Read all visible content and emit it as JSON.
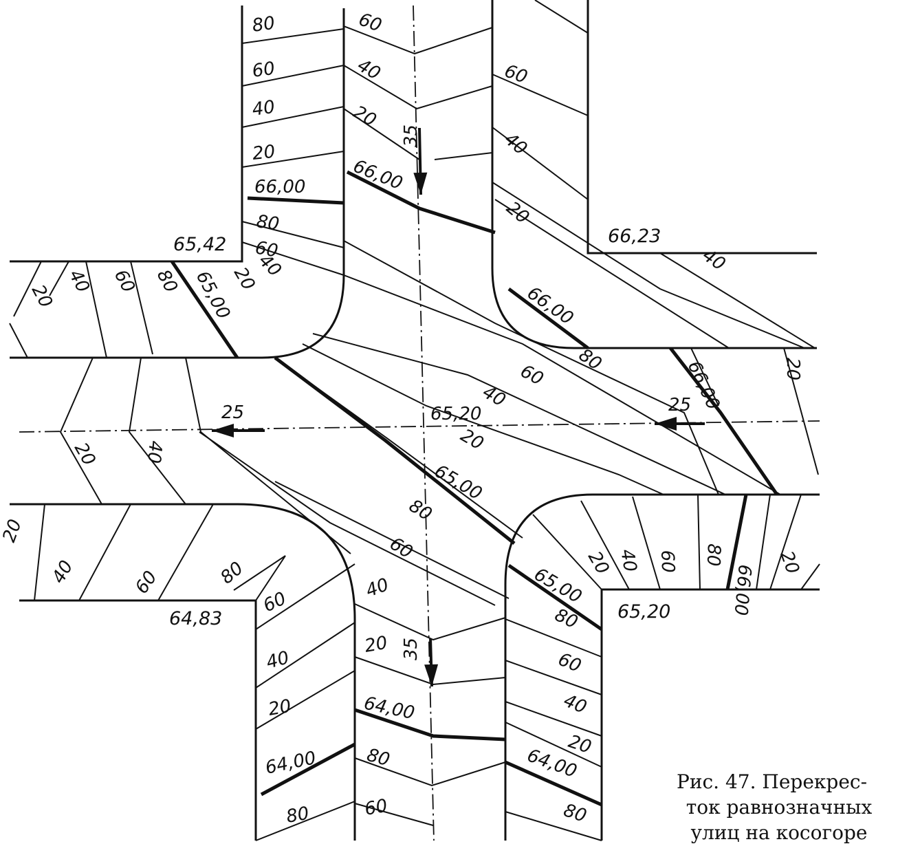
{
  "caption": {
    "line1": "Рис. 47. Перекрес-",
    "line2": "ток равнозначных",
    "line3": "улиц на косогоре"
  },
  "spot_elevations": {
    "nw_corner": "65,42",
    "ne_corner": "66,23",
    "sw_corner": "64,83",
    "se_corner": "65,20",
    "center": "65,20"
  },
  "slopes": {
    "north": "35",
    "south": "35",
    "east": "25",
    "west": "25"
  },
  "contour_labels": {
    "north_west_sidewalk": [
      "80",
      "60",
      "40",
      "20",
      "66,00",
      "80",
      "60"
    ],
    "north_roadway": [
      "60",
      "40",
      "20",
      "66,00"
    ],
    "north_east_sidewalk": [
      "60",
      "40",
      "20"
    ],
    "east_north_sidewalk": [
      "40",
      "66,00",
      "80",
      "20"
    ],
    "east_roadway": [
      "66,00"
    ],
    "west_north_sidewalk": [
      "20",
      "40",
      "60",
      "80",
      "65,00",
      "20",
      "40"
    ],
    "west_roadway": [
      "20",
      "40"
    ],
    "west_south_sidewalk": [
      "20",
      "40",
      "60",
      "80"
    ],
    "center_band": [
      "60",
      "40",
      "20",
      "65,00",
      "80",
      "60"
    ],
    "south_west_sidewalk": [
      "60",
      "40",
      "20",
      "64,00",
      "80"
    ],
    "south_roadway": [
      "40",
      "20",
      "64,00",
      "80",
      "60"
    ],
    "south_east_sidewalk": [
      "65,00",
      "80",
      "60",
      "40",
      "20",
      "64,00",
      "80"
    ],
    "east_south_sidewalk": [
      "20",
      "40",
      "60",
      "80",
      "66,00",
      "20"
    ]
  }
}
